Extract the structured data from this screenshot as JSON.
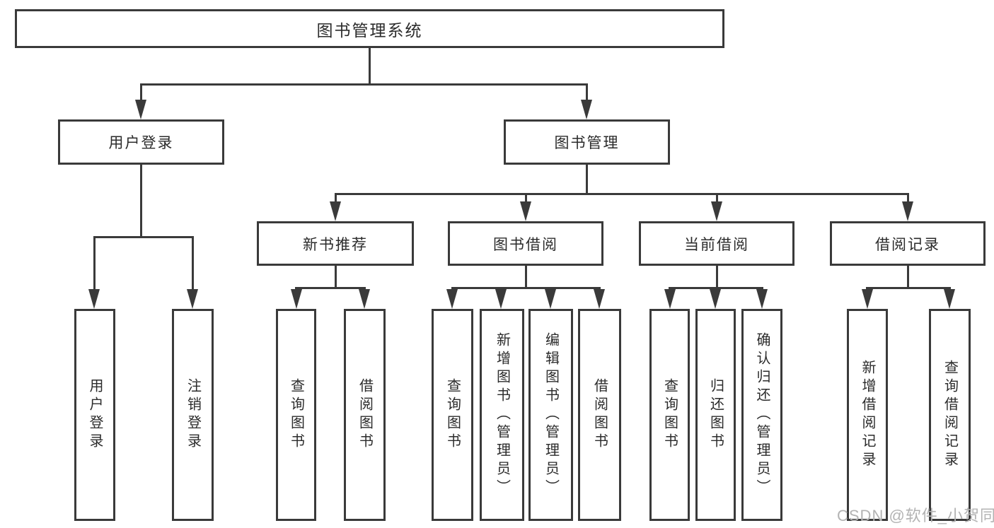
{
  "title": "图书管理系统",
  "watermark": "CSDN @软件_小贺同学",
  "colors": {
    "line": "#3a3a3a",
    "node_border": "#3a3a3a",
    "node_text": "#2b2b2b",
    "node_background": "#ffffff",
    "watermark_text": "#b3b3b3",
    "page_background": "#ffffff"
  },
  "tree": {
    "root": {
      "label": "图书管理系统"
    },
    "branches": [
      {
        "label": "用户登录",
        "children": [
          {
            "label": "用户登录"
          },
          {
            "label": "注销登录"
          }
        ]
      },
      {
        "label": "图书管理",
        "children": [
          {
            "label": "新书推荐",
            "children": [
              {
                "label": "查询图书"
              },
              {
                "label": "借阅图书"
              }
            ]
          },
          {
            "label": "图书借阅",
            "children": [
              {
                "label": "查询图书"
              },
              {
                "label": "新增图书（管理员）"
              },
              {
                "label": "编辑图书（管理员）"
              },
              {
                "label": "借阅图书"
              }
            ]
          },
          {
            "label": "当前借阅",
            "children": [
              {
                "label": "查询图书"
              },
              {
                "label": "归还图书"
              },
              {
                "label": "确认归还（管理员）"
              }
            ]
          },
          {
            "label": "借阅记录",
            "children": [
              {
                "label": "新增借阅记录"
              },
              {
                "label": "查询借阅记录"
              }
            ]
          }
        ]
      }
    ]
  }
}
